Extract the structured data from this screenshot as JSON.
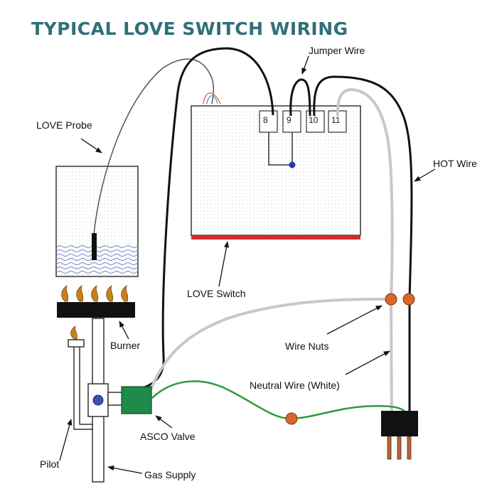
{
  "title": "TYPICAL LOVE SWITCH WIRING",
  "labels": {
    "jumper_wire": "Jumper Wire",
    "love_probe": "LOVE Probe",
    "hot_wire": "HOT Wire",
    "love_switch": "LOVE Switch",
    "burner": "Burner",
    "wire_nuts": "Wire Nuts",
    "neutral_wire": "Neutral Wire (White)",
    "asco_valve": "ASCO Valve",
    "pilot": "Pilot",
    "gas_supply": "Gas Supply"
  },
  "terminals": [
    "8",
    "9",
    "10",
    "11"
  ],
  "colors": {
    "title": "#2f7077",
    "switch_strip": "#d42a2a",
    "valve": "#1f8a4a",
    "neutral_green": "#2f9a3a",
    "wire_nut": "#d9662a",
    "water": "#6f86c8",
    "hot_wire": "#111111",
    "white_wire": "#c8c8c8"
  }
}
